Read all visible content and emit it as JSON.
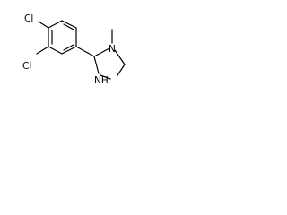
{
  "molecule": {
    "atoms": {
      "cl_top": "Cl",
      "cl_left": "Cl",
      "n_methyl": "N",
      "nh": "NH"
    }
  }
}
